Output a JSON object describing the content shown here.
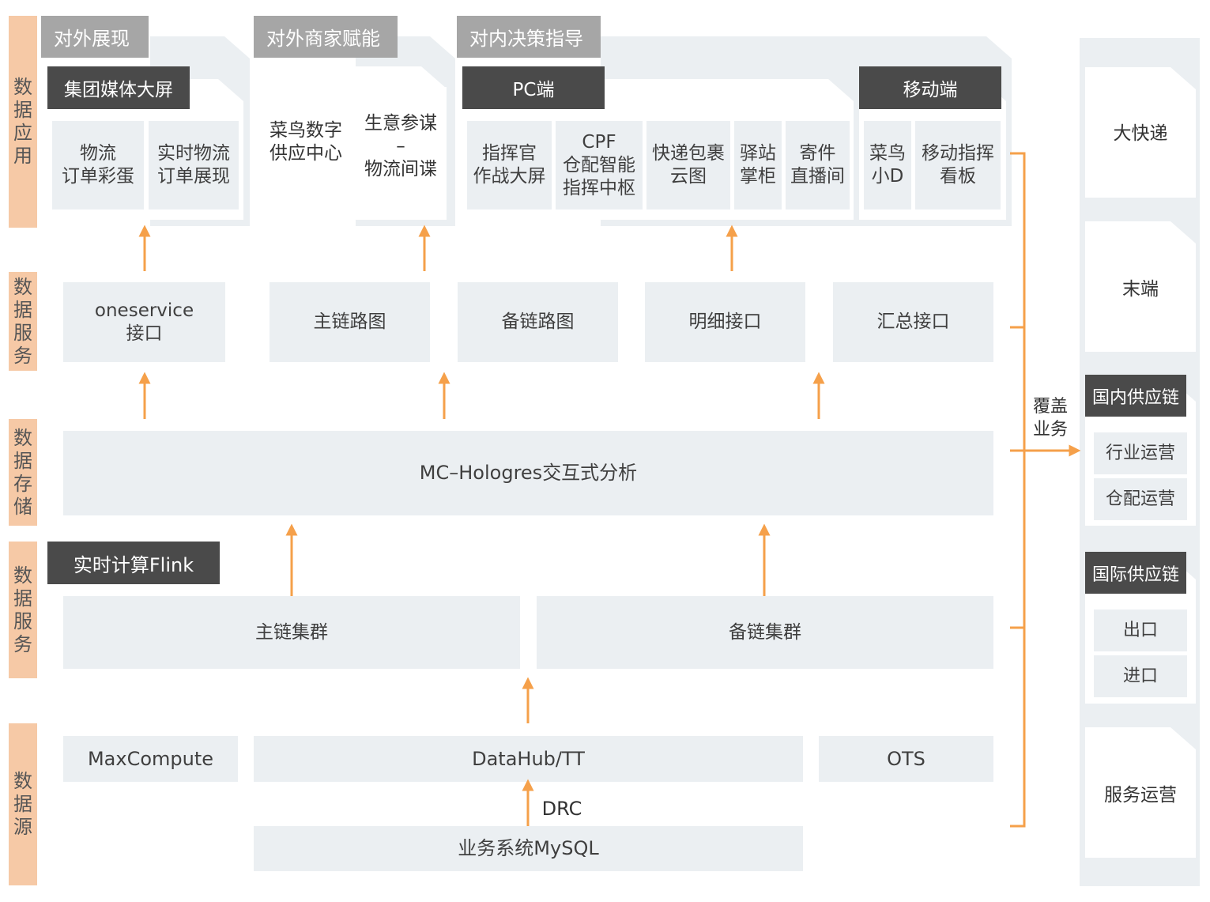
{
  "layers": {
    "app": "数据应用",
    "service_top": "数据服务",
    "storage": "数据存储",
    "compute": "数据服务",
    "source": "数据源"
  },
  "app": {
    "tab_external_display": "对外展现",
    "tab_merchant": "对外商家赋能",
    "tab_internal": "对内决策指导",
    "group_screen": {
      "label": "集团媒体大屏",
      "items": [
        "物流\n订单彩蛋",
        "实时物流\n订单展现"
      ]
    },
    "merchant_items": [
      "菜鸟数字\n供应中心",
      "生意参谋\n–\n物流间谍"
    ],
    "pc": {
      "label": "PC端",
      "items": [
        "指挥官\n作战大屏",
        "CPF\n仓配智能\n指挥中枢",
        "快递包裹\n云图",
        "驿站\n掌柜",
        "寄件\n直播间"
      ]
    },
    "mobile": {
      "label": "移动端",
      "items": [
        "菜鸟\n小D",
        "移动指挥\n看板"
      ]
    }
  },
  "service": {
    "oneservice": "oneservice\n接口",
    "items": [
      "主链路图",
      "备链路图",
      "明细接口",
      "汇总接口"
    ]
  },
  "storage": {
    "label": "MC–Hologres交互式分析"
  },
  "compute": {
    "label": "实时计算Flink",
    "main": "主链集群",
    "backup": "备链集群"
  },
  "source": {
    "maxcompute": "MaxCompute",
    "datahub": "DataHub/TT",
    "ots": "OTS",
    "drc": "DRC",
    "mysql": "业务系统MySQL"
  },
  "coverage": {
    "label": "覆盖\n业务"
  },
  "business": {
    "express": "大快递",
    "last_mile": "末端",
    "domestic": {
      "label": "国内供应链",
      "items": [
        "行业运营",
        "仓配运营"
      ]
    },
    "international": {
      "label": "国际供应链",
      "items": [
        "出口",
        "进口"
      ]
    },
    "service_ops": "服务运营"
  },
  "colors": {
    "accent": "#f5a04a",
    "layer_bg": "#f6c9a6",
    "cell_bg": "#ebeff2",
    "dark_tag": "#4a4a4a",
    "gray_tag": "#a6a6a6"
  }
}
